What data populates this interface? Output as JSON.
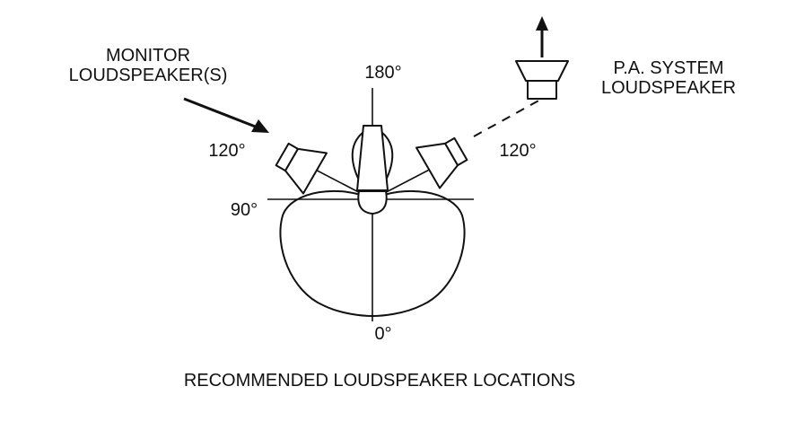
{
  "labels": {
    "monitor_line1": "MONITOR",
    "monitor_line2": "LOUDSPEAKER(S)",
    "pa_line1": "P.A. SYSTEM",
    "pa_line2": "LOUDSPEAKER",
    "angle_180": "180°",
    "angle_120_left": "120°",
    "angle_120_right": "120°",
    "angle_90": "90°",
    "angle_0": "0°",
    "caption": "RECOMMENDED LOUDSPEAKER LOCATIONS"
  }
}
